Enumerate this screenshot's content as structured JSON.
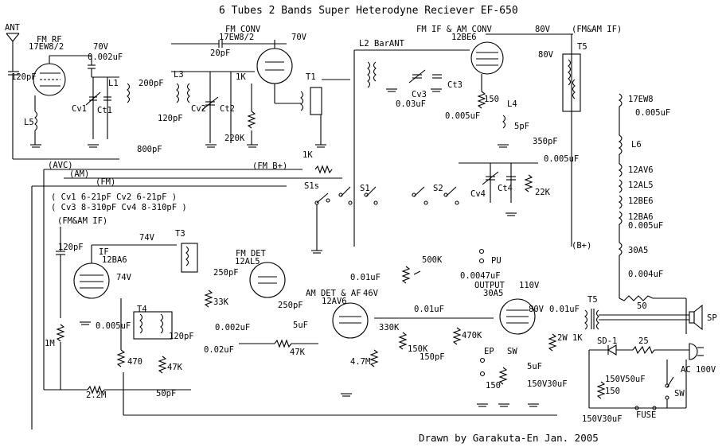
{
  "title": "6 Tubes 2 Bands Super Heterodyne Reciever EF-650",
  "credit": "Drawn by Garakuta-En Jan. 2005",
  "sections": {
    "fm_rf": "FM RF",
    "fm_rf_tube": "17EW8/2",
    "fm_conv": "FM CONV",
    "fm_conv_tube": "17EW8/2",
    "fm_if_am_conv": "FM IF & AM CONV",
    "fm_if_am_conv_tube": "12BE6",
    "if_label": "IF",
    "if_tube": "12BA6",
    "fm_det": "FM DET",
    "fm_det_tube": "12AL5",
    "am_det_af": "AM DET & AF",
    "am_det_tube": "12AV6",
    "output": "OUTPUT",
    "output_tube": "30A5"
  },
  "nodes": {
    "ant": "ANT",
    "fm_am_if_top": "(FM&AM IF)",
    "avc": "(AVC)",
    "am": "(AM)",
    "fm": "(FM)",
    "fm_bplus": "(FM B+)",
    "fm_am_if": "(FM&AM IF)",
    "bplus": "(B+)",
    "pu": "PU",
    "ep": "EP",
    "sw": "SW",
    "sp": "SP",
    "ac": "AC 100V",
    "fuse": "FUSE",
    "sw_ac": "SW",
    "sd1": "SD-1"
  },
  "variable_caps": [
    "( Cv1 6-21pF  Cv2 6-21pF )",
    "( Cv3 8-310pF  Cv4 8-310pF )"
  ],
  "heater_chain": [
    "17EW8",
    "0.005uF",
    "L6",
    "12AV6",
    "12AL5",
    "12BE6",
    "12BA6",
    "0.005uF",
    "30A5",
    "0.004uF",
    "50"
  ],
  "components": {
    "c_120p_ant": "120pF",
    "c_0002": "0.002uF",
    "v_70a": "70V",
    "l1": "L1",
    "cv1": "Cv1",
    "ct1": "Ct1",
    "l5": "L5",
    "c_200p": "200pF",
    "c_120p_conv": "120pF",
    "c_800p": "800pF",
    "l3": "L3",
    "cv2": "Cv2",
    "ct2": "Ct2",
    "c_20p": "20pF",
    "r_1k": "1K",
    "r_220k": "220K",
    "v_70b": "70V",
    "t1": "T1",
    "l2": "L2 BarANT",
    "cv3": "Cv3",
    "ct3": "Ct3",
    "c_003": "0.03uF",
    "r_150": "150",
    "c_0005": "0.005uF",
    "v_80a": "80V",
    "v_80b": "80V",
    "l4": "L4",
    "c_5p": "5pF",
    "c_350p": "350pF",
    "c_0005b": "0.005uF",
    "t5_top": "T5",
    "r_1k_b": "1K",
    "cv4": "Cv4",
    "ct4": "Ct4",
    "r_22k": "22K",
    "s1s": "S1s",
    "s1": "S1",
    "s2": "S2",
    "c_120p_if": "120pF",
    "v_74a": "74V",
    "v_74b": "74V",
    "t3": "T3",
    "t4": "T4",
    "c_0005_if": "0.005uF",
    "r_1m": "1M",
    "r_470": "470",
    "r_22m": "2.2M",
    "c_250p_a": "250pF",
    "r_33k": "33K",
    "c_0002_det": "0.002uF",
    "c_120p_det": "120pF",
    "r_47k_a": "47K",
    "c_002": "0.02uF",
    "c_50p": "50pF",
    "c_250p_b": "250pF",
    "c_5u_det": "5uF",
    "r_47k_b": "47K",
    "c_001_af": "0.01uF",
    "r_500k": "500K",
    "c_00047": "0.0047uF",
    "v_46": "46V",
    "r_330k": "330K",
    "r_47m": "4.7M",
    "c_001_b": "0.01uF",
    "r_150k": "150K",
    "c_150p": "150pF",
    "r_470k": "470K",
    "v_110": "110V",
    "v_80c": "80V",
    "c_001_out": "0.01uF",
    "t5_out": "T5",
    "r_2w1k": "2W\n1K",
    "r_150_out": "150",
    "c_5u_out": "5uF",
    "c_150v30u_a": "150V30uF",
    "r_25": "25",
    "c_150v50u": "150V50uF",
    "r_150_ps": "150",
    "c_150v30u_b": "150V30uF"
  }
}
